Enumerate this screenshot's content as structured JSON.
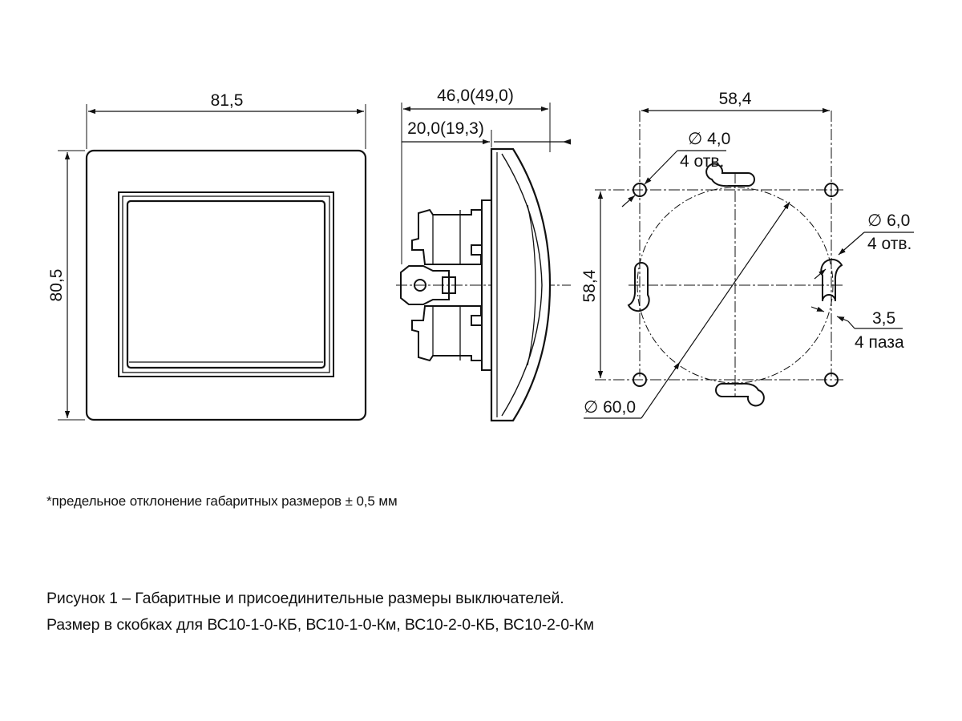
{
  "front_view": {
    "width_label": "81,5",
    "height_label": "80,5"
  },
  "side_view": {
    "depth_label": "46,0(49,0)",
    "mount_label": "20,0(19,3)"
  },
  "mounting_view": {
    "spacing_h_label": "58,4",
    "spacing_v_label": "58,4",
    "small_hole_dia": "∅ 4,0",
    "small_hole_count": "4 отв.",
    "large_hole_dia": "∅ 6,0",
    "large_hole_count": "4 отв.",
    "slot_width": "3,5",
    "slot_count": "4 паза",
    "circle_dia": "∅ 60,0"
  },
  "note": "*предельное отклонение габаритных размеров ± 0,5 мм",
  "caption": {
    "line1": "Рисунок 1 – Габаритные и присоединительные размеры выключателей.",
    "line2": "Размер в скобках для ВС10-1-0-КБ, ВС10-1-0-Км, ВС10-2-0-КБ, ВС10-2-0-Км"
  }
}
